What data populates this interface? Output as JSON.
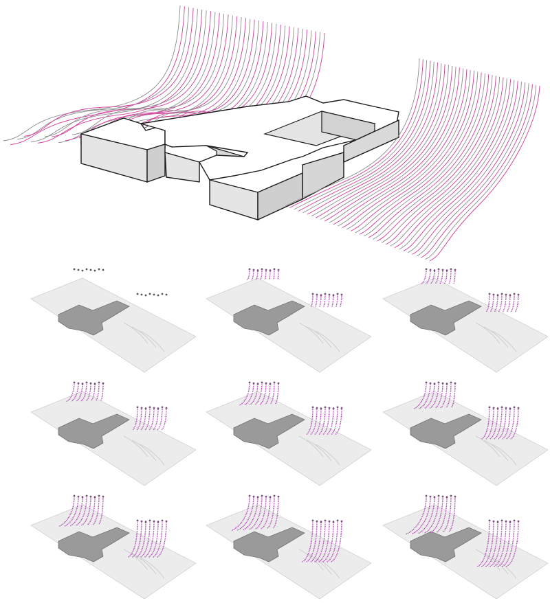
{
  "figure": {
    "hero": {
      "streamline_colors": [
        "#d23a9a",
        "#8a8a8a"
      ],
      "building_face_side": "#e3e3e3",
      "building_face_top": "#ffffff",
      "building_stroke": "#1a1a1a"
    },
    "sequence": {
      "rows": 3,
      "columns": 3,
      "frames": [
        {
          "step": 1,
          "growth": 0.0
        },
        {
          "step": 2,
          "growth": 0.12
        },
        {
          "step": 3,
          "growth": 0.25
        },
        {
          "step": 4,
          "growth": 0.38
        },
        {
          "step": 5,
          "growth": 0.5
        },
        {
          "step": 6,
          "growth": 0.62
        },
        {
          "step": 7,
          "growth": 0.75
        },
        {
          "step": 8,
          "growth": 0.88
        },
        {
          "step": 9,
          "growth": 1.0
        }
      ],
      "terrain_color": "#ececec",
      "massing_color": "#9a9a9a",
      "particle_color": "#b44ab8"
    }
  }
}
